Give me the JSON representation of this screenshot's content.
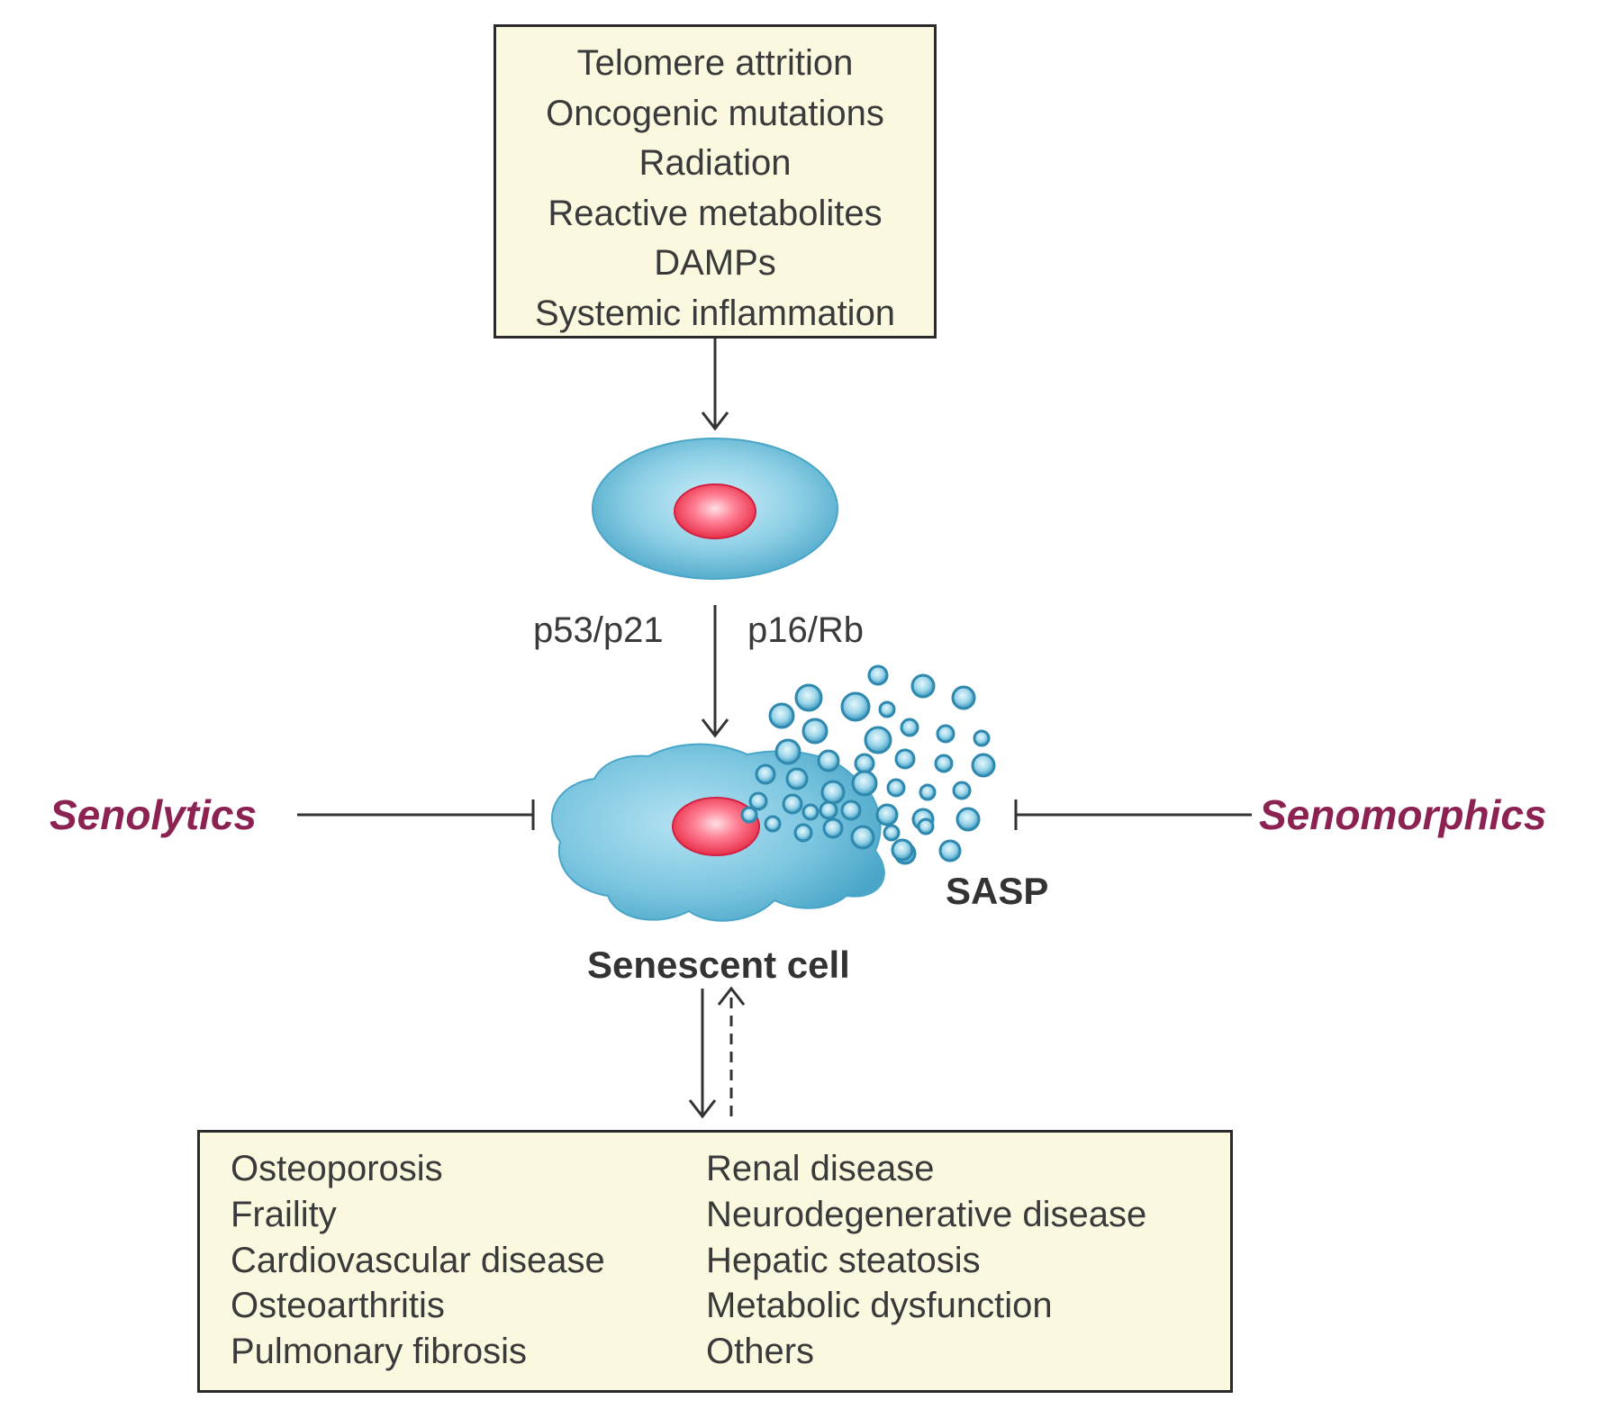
{
  "stress_box": {
    "items": [
      "Telomere attrition",
      "Oncogenic mutations",
      "Radiation",
      "Reactive metabolites",
      "DAMPs",
      "Systemic inflammation"
    ]
  },
  "pathways": {
    "left": "p53/p21",
    "right": "p16/Rb"
  },
  "inhibitors": {
    "left": "Senolytics",
    "right": "Senomorphics"
  },
  "labels": {
    "sasp": "SASP",
    "senescent_cell": "Senescent cell"
  },
  "disease_box": {
    "left_column": [
      "Osteoporosis",
      "Fraility",
      "Cardiovascular disease",
      "Osteoarthritis",
      "Pulmonary fibrosis"
    ],
    "right_column": [
      "Renal disease",
      "Neurodegenerative disease",
      "Hepatic steatosis",
      "Metabolic dysfunction",
      "Others"
    ]
  },
  "colors": {
    "cell_blue": "#5bb8d6",
    "nucleus_red": "#e8304a",
    "drug_label": "#8b2252",
    "box_fill": "#fbf8e0"
  }
}
